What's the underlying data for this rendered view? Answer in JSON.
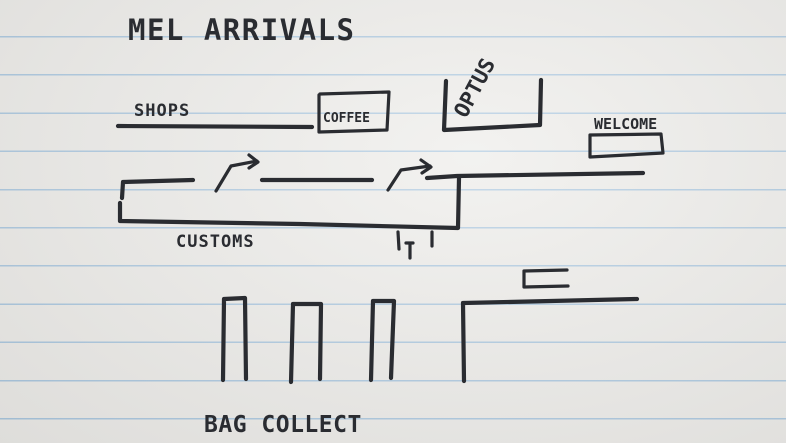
{
  "title": "MEL ARRIVALS",
  "labels": {
    "shops": "SHOPS",
    "coffee": "COFFEE",
    "optus": "OPTUS",
    "welcome": "WELCOME",
    "customs": "CUSTOMS",
    "bag_collect": "BAG COLLECT"
  },
  "colors": {
    "paper": "#ecebe8",
    "ruled_line": "#a9c6de",
    "ink": "#2a2c31"
  }
}
